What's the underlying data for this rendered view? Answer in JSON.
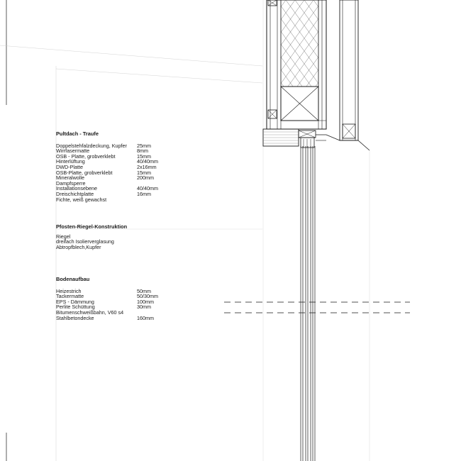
{
  "sections": [
    {
      "id": "roof",
      "heading": "Pultdach - Traufe",
      "rows": [
        {
          "label": "Doppelstehfalzdeckung, Kupfer",
          "value": "25mm"
        },
        {
          "label": "Wirrfasermatte",
          "value": "8mm"
        },
        {
          "label": "OSB - Platte, grobverklebt",
          "value": "15mm"
        },
        {
          "label": "Hinterlüftung",
          "value": "40/40mm"
        },
        {
          "label": "DWD-Platte",
          "value": "2x16mm"
        },
        {
          "label": "OSB-Platte, grobverklebt",
          "value": "15mm"
        },
        {
          "label": "Mineralwolle",
          "value": "200mm"
        },
        {
          "label": "Dampfsperre",
          "value": ""
        },
        {
          "label": "Installationsebene",
          "value": "40/40mm"
        },
        {
          "label": "Dreischichtplatte",
          "value": "16mm"
        },
        {
          "label": "Fichte, weiß gewachst",
          "value": ""
        }
      ]
    },
    {
      "id": "post",
      "heading": "Pfosten-Riegel-Konstruktion",
      "rows": [
        {
          "label": "Riegel",
          "value": ""
        },
        {
          "label": "dreifach Isolierverglasung",
          "value": ""
        },
        {
          "label": "Abtropfblech,Kupfer",
          "value": ""
        }
      ]
    },
    {
      "id": "floor",
      "heading": "Bodenaufbau",
      "rows": [
        {
          "label": "Heizestrich",
          "value": "50mm"
        },
        {
          "label": "Tackermatte",
          "value": "50/30mm"
        },
        {
          "label": "EPS - Dämmung",
          "value": "100mm"
        },
        {
          "label": "Perlite Schüttung",
          "value": "30mm"
        },
        {
          "label": "Bitumenschweißbahn, V60 s4",
          "value": ""
        },
        {
          "label": "Stahlbetondecke",
          "value": "160mm"
        }
      ]
    }
  ],
  "colors": {
    "line": "#1a1a1a",
    "thin_line": "#9a9a9a",
    "hatch": "#555555"
  }
}
